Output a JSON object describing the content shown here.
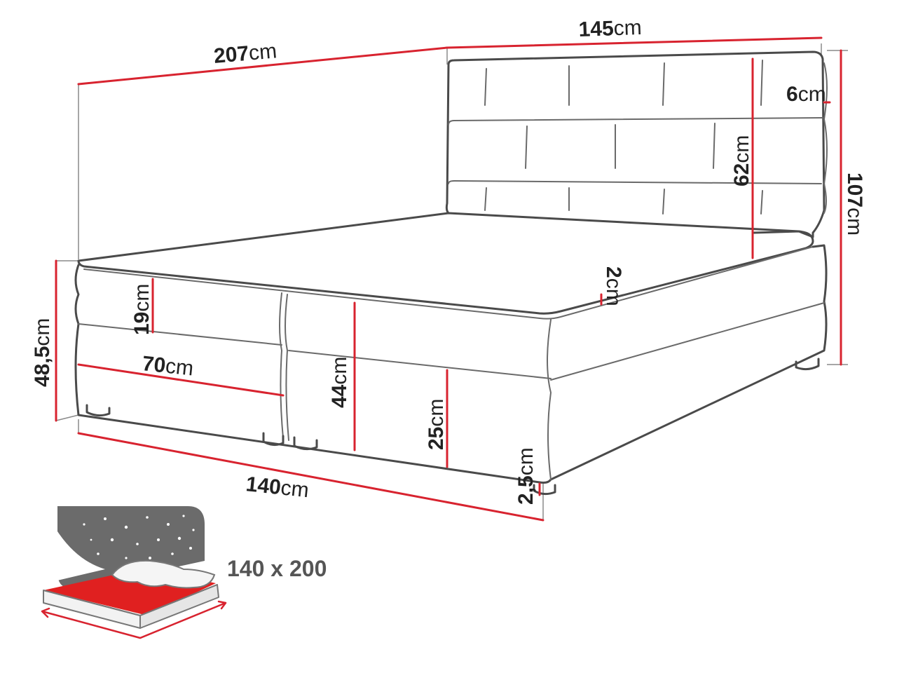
{
  "dimensions": {
    "length": {
      "value": "207",
      "unit": "cm"
    },
    "headboard_width": {
      "value": "145",
      "unit": "cm"
    },
    "headboard_tile": {
      "value": "6",
      "unit": "cm"
    },
    "headboard_height": {
      "value": "62",
      "unit": "cm"
    },
    "total_height": {
      "value": "107",
      "unit": "cm"
    },
    "topper": {
      "value": "2",
      "unit": "cm"
    },
    "base_height": {
      "value": "48,5",
      "unit": "cm"
    },
    "top_section": {
      "value": "19",
      "unit": "cm"
    },
    "box_width": {
      "value": "70",
      "unit": "cm"
    },
    "mattress_height": {
      "value": "44",
      "unit": "cm"
    },
    "box_height": {
      "value": "25",
      "unit": "cm"
    },
    "foot_height": {
      "value": "2,5",
      "unit": "cm"
    },
    "width": {
      "value": "140",
      "unit": "cm"
    }
  },
  "sleeping_area": "140 x 200",
  "colors": {
    "accent": "#d8232f",
    "outline": "#4a4a4a",
    "icon_dark": "#6b6b6b"
  }
}
